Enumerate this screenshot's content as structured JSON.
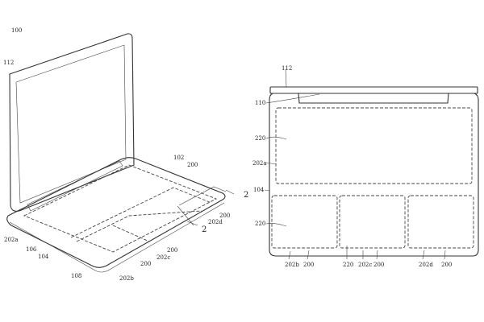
{
  "figure_left": {
    "labels": {
      "l100": "100",
      "l112": "112",
      "l102": "102",
      "l200a": "200",
      "l2a": "2",
      "l200b": "200",
      "l202d": "202d",
      "l2b": "2",
      "l202a": "202a",
      "l106": "106",
      "l104": "104",
      "l200c": "200",
      "l202c": "202c",
      "l200d": "200",
      "l108": "108",
      "l202b": "202b"
    }
  },
  "figure_right": {
    "labels": {
      "l112": "112",
      "l110": "110",
      "l220a": "220",
      "l202a": "202a",
      "l104": "104",
      "l220b": "220",
      "l202b": "202b",
      "l200a": "200",
      "l220c": "220",
      "l202c": "202c",
      "l200b": "200",
      "l202d": "202d",
      "l200c": "200"
    }
  }
}
